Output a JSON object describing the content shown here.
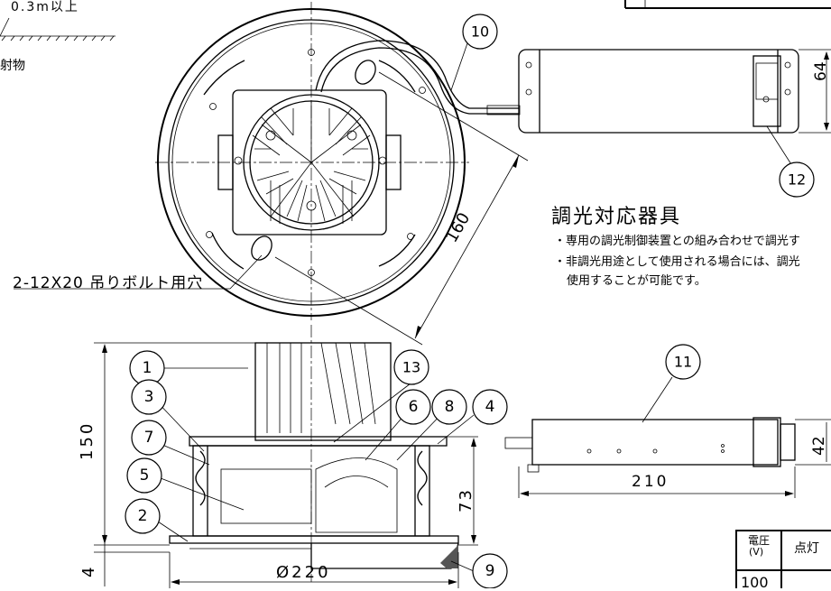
{
  "top_left": {
    "clearance": "0.3m以上",
    "object_label": "射物"
  },
  "top_view": {
    "bolt_hole_label": "2-12X20 吊りボルト用穴",
    "dim_diag": "160"
  },
  "dimming": {
    "heading": "調光対応器具",
    "bullet1": "・専用の調光制御装置との組み合わせで調光す",
    "bullet2": "・非調光用途として使用される場合には、調光",
    "bullet3": "使用することが可能です。"
  },
  "psu_top": {
    "dim_height": "64"
  },
  "psu_side": {
    "dim_width": "210",
    "dim_height": "42"
  },
  "side_view": {
    "dim_height": "150",
    "dim_inner": "73",
    "dim_flange": "4",
    "dim_diameter": "Ø220"
  },
  "callouts": [
    "1",
    "3",
    "7",
    "5",
    "2",
    "13",
    "6",
    "8",
    "4",
    "9",
    "10",
    "11",
    "12"
  ],
  "table": {
    "h1": "電圧\n(V)",
    "h1_top": "電圧",
    "h1_bottom": "(V)",
    "h2": "点灯",
    "row1": "100"
  }
}
